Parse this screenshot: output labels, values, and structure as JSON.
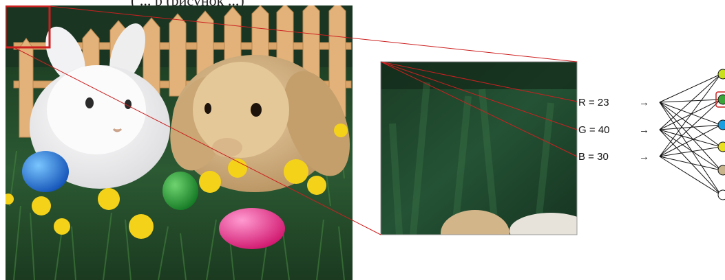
{
  "caption": {
    "top_text": "( ... р (рисунок ...)"
  },
  "pixel_values": {
    "r_label": "R = 23",
    "g_label": "G = 40",
    "b_label": "B = 30",
    "arrow": "→"
  },
  "colors": {
    "red_line": "#cc1f1f",
    "grass_dark": "#1e3a24",
    "grass_mid": "#2f5a35",
    "node_colors": [
      "#c8e01e",
      "#3aa63a",
      "#1aa0e0",
      "#e8e020",
      "#c8b48a",
      "#ffffff"
    ]
  }
}
